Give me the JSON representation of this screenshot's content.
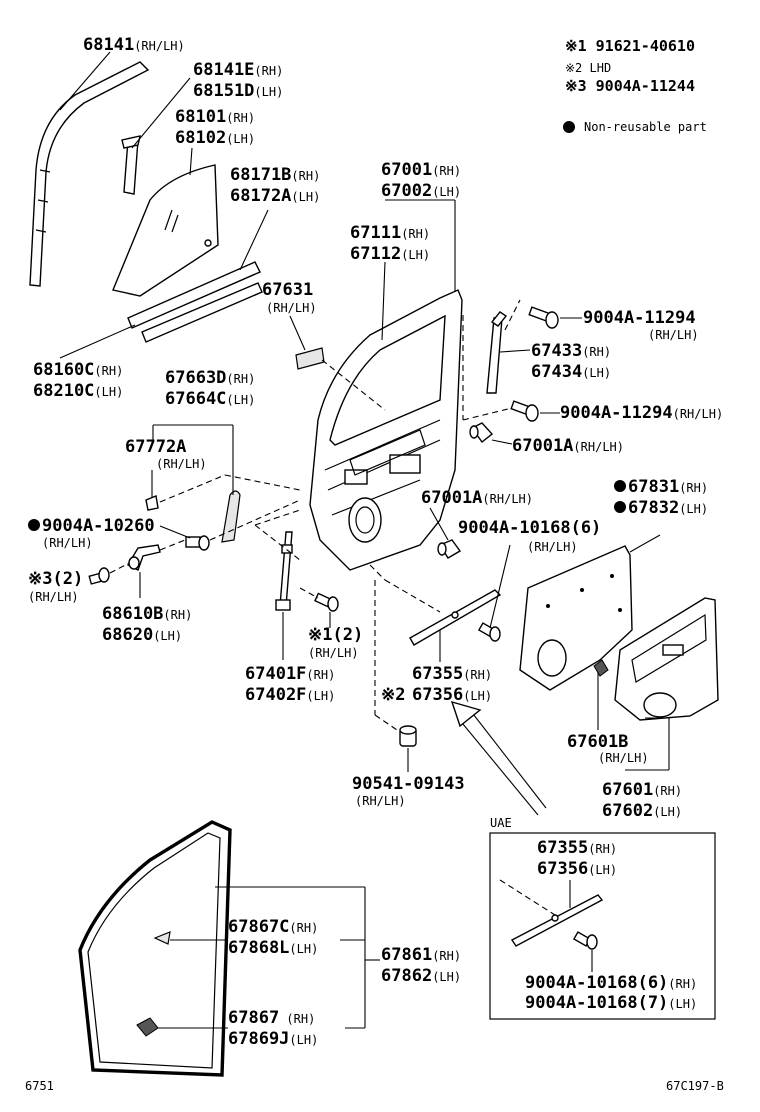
{
  "legend": {
    "n1": "※1 91621-40610",
    "n2": "※2 LHD",
    "n3": "※3 9004A-11244",
    "nonreusable": "Non-reusable part"
  },
  "labels": {
    "p68141": "68141",
    "p68141_sx": "(RH/LH)",
    "p68141E": "68141E",
    "p68141E_sx": "(RH)",
    "p68151D": "68151D",
    "p68151D_sx": "(LH)",
    "p68101": "68101",
    "p68101_sx": "(RH)",
    "p68102": "68102",
    "p68102_sx": "(LH)",
    "p68171B": "68171B",
    "p68171B_sx": "(RH)",
    "p68172A": "68172A",
    "p68172A_sx": "(LH)",
    "p67001": "67001",
    "p67001_sx": "(RH)",
    "p67002": "67002",
    "p67002_sx": "(LH)",
    "p67111": "67111",
    "p67111_sx": "(RH)",
    "p67112": "67112",
    "p67112_sx": "(LH)",
    "p67631": "67631",
    "p67631_sx": "(RH/LH)",
    "p9004A11294a": "9004A-11294",
    "p9004A11294a_sx": "(RH/LH)",
    "p67433": "67433",
    "p67433_sx": "(RH)",
    "p67434": "67434",
    "p67434_sx": "(LH)",
    "p9004A11294b": "9004A-11294",
    "p9004A11294b_sx": "(RH/LH)",
    "p67001Aa": "67001A",
    "p67001Aa_sx": "(RH/LH)",
    "p68160C": "68160C",
    "p68160C_sx": "(RH)",
    "p68210C": "68210C",
    "p68210C_sx": "(LH)",
    "p67663D": "67663D",
    "p67663D_sx": "(RH)",
    "p67664C": "67664C",
    "p67664C_sx": "(LH)",
    "p67772A": "67772A",
    "p67772A_sx": "(RH/LH)",
    "p9004A10260": "9004A-10260",
    "p9004A10260_sx": "(RH/LH)",
    "p9004A11244": "※3(2)",
    "p9004A11244_sx": "(RH/LH)",
    "p68610B": "68610B",
    "p68610B_sx": "(RH)",
    "p68620": "68620",
    "p68620_sx": "(LH)",
    "p67001Ab": "67001A",
    "p67001Ab_sx": "(RH/LH)",
    "p9004A10168": "9004A-10168(6)",
    "p9004A10168_sx": "(RH/LH)",
    "p67831": "67831",
    "p67831_sx": "(RH)",
    "p67832": "67832",
    "p67832_sx": "(LH)",
    "p91621": "※1(2)",
    "p91621_sx": "(RH/LH)",
    "p67401F": "67401F",
    "p67401F_sx": "(RH)",
    "p67402F": "67402F",
    "p67402F_sx": "(LH)",
    "p67355": "67355",
    "p67355_sx": "(RH)",
    "p67356": "67356",
    "p67356_sx": "(LH)",
    "p67356_note": "※2",
    "p67601B": "67601B",
    "p67601B_sx": "(RH/LH)",
    "p67601": "67601",
    "p67601_sx": "(RH)",
    "p67602": "67602",
    "p67602_sx": "(LH)",
    "p90541": "90541-09143",
    "p90541_sx": "(RH/LH)",
    "uae": "UAE",
    "u67355": "67355",
    "u67355_sx": "(RH)",
    "u67356": "67356",
    "u67356_sx": "(LH)",
    "u9004A_6": "9004A-10168(6)",
    "u9004A_6_sx": "(RH)",
    "u9004A_7": "9004A-10168(7)",
    "u9004A_7_sx": "(LH)",
    "p67867C": "67867C",
    "p67867C_sx": "(RH)",
    "p67868L": "67868L",
    "p67868L_sx": "(LH)",
    "p67861": "67861",
    "p67861_sx": "(RH)",
    "p67862": "67862",
    "p67862_sx": "(LH)",
    "p67867": "67867",
    "p67867_sx": " (RH)",
    "p67869J": "67869J",
    "p67869J_sx": "(LH)"
  },
  "footer": {
    "left": "6751",
    "right": "67C197-B"
  }
}
